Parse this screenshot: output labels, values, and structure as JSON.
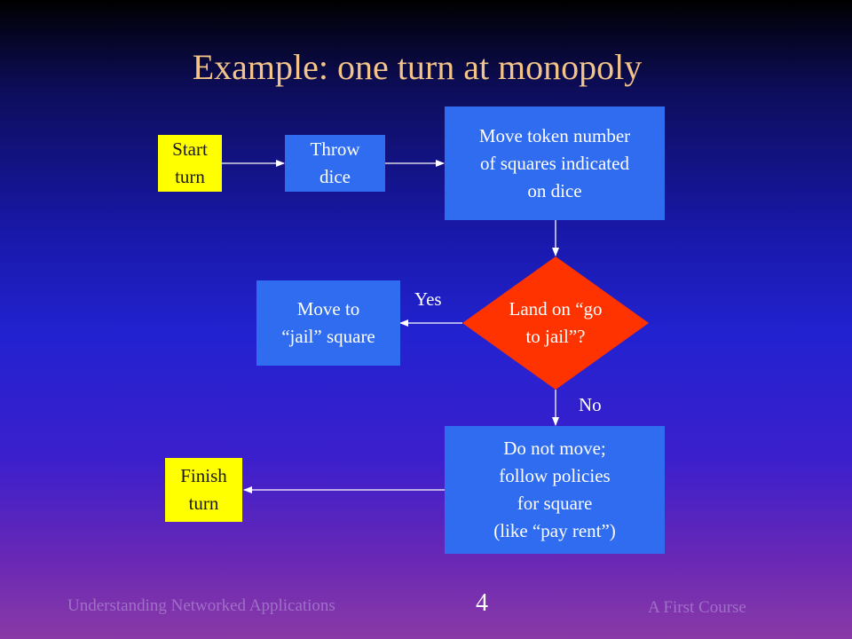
{
  "title": "Example: one turn at monopoly",
  "nodes": {
    "start": "Start\nturn",
    "throw": "Throw\ndice",
    "move_token": "Move token number\nof squares indicated\non dice",
    "decision": "Land on “go\nto jail”?",
    "jail": "Move to\n“jail” square",
    "do_not_move": "Do not move;\nfollow policies\nfor square\n(like “pay rent”)",
    "finish": "Finish\nturn"
  },
  "edges": {
    "yes": "Yes",
    "no": "No"
  },
  "footer": {
    "left": "Understanding Networked Applications",
    "page": "4",
    "right": "A First Course"
  },
  "colors": {
    "terminal": "#ffff00",
    "process": "#2f6cf0",
    "decision": "#ff3300",
    "title": "#f2c48a",
    "footer": "#a070c8"
  }
}
